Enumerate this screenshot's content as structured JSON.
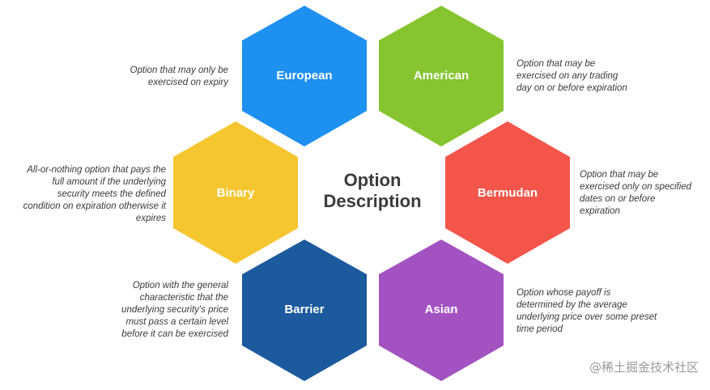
{
  "center": {
    "line1": "Option",
    "line2": "Description"
  },
  "hexagons": [
    {
      "id": "european",
      "label": "European",
      "color": "#1e90f0"
    },
    {
      "id": "american",
      "label": "American",
      "color": "#86c52f"
    },
    {
      "id": "binary",
      "label": "Binary",
      "color": "#f6c630"
    },
    {
      "id": "bermudan",
      "label": "Bermudan",
      "color": "#f3554a"
    },
    {
      "id": "barrier",
      "label": "Barrier",
      "color": "#1c5a9e"
    },
    {
      "id": "asian",
      "label": "Asian",
      "color": "#a352c2"
    }
  ],
  "descriptions": {
    "european": [
      "Option that may only be",
      "exercised on expiry"
    ],
    "american": [
      "Option that may be",
      "exercised on any trading",
      "day on or before expiration"
    ],
    "binary": [
      "All-or-nothing option that pays the",
      "full amount if the underlying",
      "security meets the defined",
      "condition on expiration otherwise it",
      "expires"
    ],
    "bermudan": [
      "Option that may be",
      "exercised only on specified",
      "dates on or before",
      "expiration"
    ],
    "barrier": [
      "Option with the general",
      "characteristic that the",
      "underlying security's price",
      "must pass a certain level",
      "before it can be exercised"
    ],
    "asian": [
      "Option whose payoff is",
      "determined by the average",
      "underlying price over some preset",
      "time period"
    ]
  },
  "watermark": "@稀土掘金技术社区"
}
